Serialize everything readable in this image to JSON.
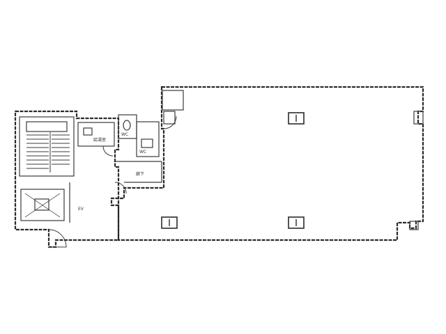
{
  "diagram": {
    "type": "floor-plan",
    "ink_color": "#2a2a2a",
    "background_color": "#ffffff",
    "room_labels": {
      "elevator_hall": "EV",
      "kitchenette": "給湯室",
      "restroom": "WC",
      "restroom_2": "WC",
      "corridor": "廊下"
    }
  }
}
